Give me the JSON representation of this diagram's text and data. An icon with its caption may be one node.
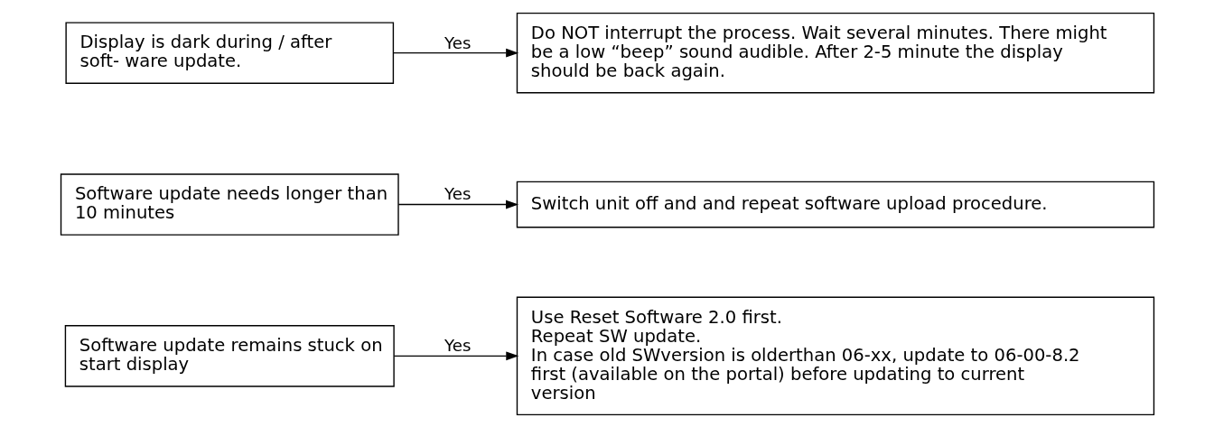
{
  "diagram": {
    "nodes": [
      {
        "text": [
          "Display is dark during / after soft- ware update."
        ]
      },
      {
        "text": [
          "Do NOT interrupt the process. Wait several minutes. There might be a low “beep” sound audible. After 2-5 minute the display should be back again."
        ]
      },
      {
        "text": [
          "Software update needs longer than 10 minutes"
        ]
      },
      {
        "text": [
          "Switch unit off and and repeat software upload procedure."
        ]
      },
      {
        "text": [
          "Software update remains stuck on start display"
        ]
      },
      {
        "text": [
          "Use Reset Software 2.0 first.",
          "Repeat SW update.",
          "In case old SWversion is olderthan 06-xx, update to 06-00-8.2 first (available on the portal) before updating to current version"
        ]
      }
    ],
    "edges": [
      {
        "from": 0,
        "to": 1,
        "arrow": "to",
        "label": "Yes"
      },
      {
        "from": 2,
        "to": 3,
        "arrow": "to",
        "label": "Yes"
      },
      {
        "from": 4,
        "to": 5,
        "arrow": "to",
        "label": "Yes"
      }
    ]
  }
}
